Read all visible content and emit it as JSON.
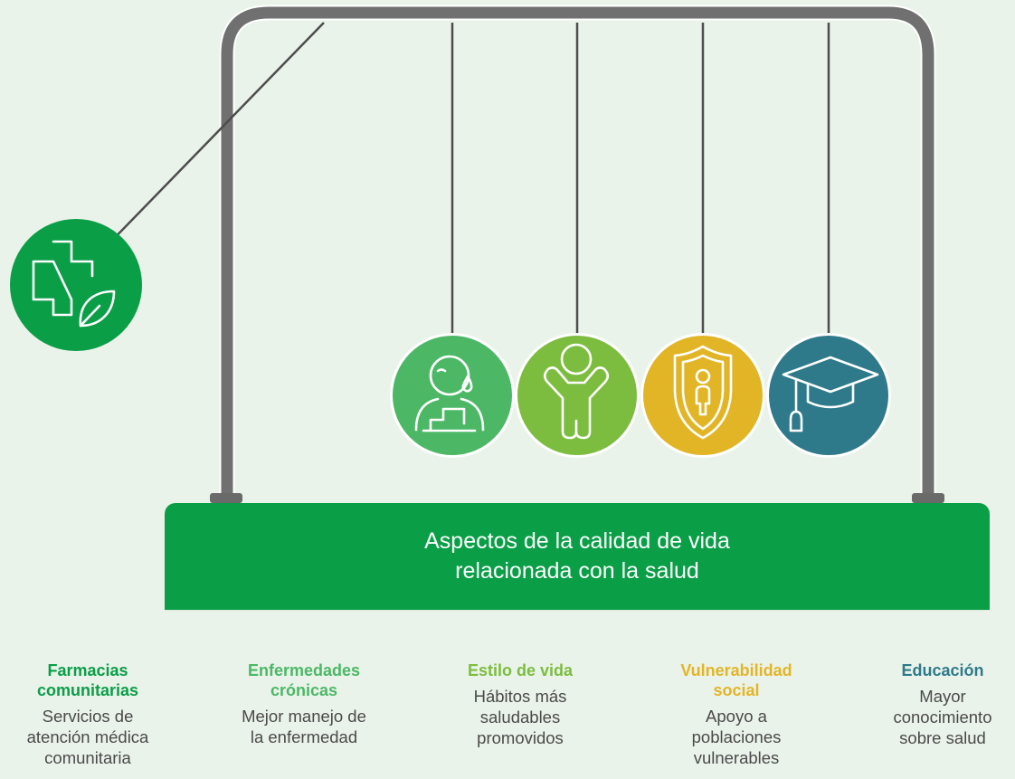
{
  "banner": {
    "line1": "Aspectos de la calidad de vida",
    "line2": "relacionada con la salud"
  },
  "icons": {
    "lifted": "pharmacy-cross-leaf-icon",
    "balls": [
      "sick-patient-icon",
      "happy-child-icon",
      "shield-person-icon",
      "graduation-cap-icon"
    ]
  },
  "colors": {
    "background": "#eaf3ea",
    "frame": "#707070",
    "base": "#0a9e47",
    "farmacias": "#0a9e47",
    "enfermedades": "#4cb866",
    "estilo": "#7cbd3f",
    "vulnerabilidad": "#e2b526",
    "educacion": "#2e7a8a"
  },
  "columns": [
    {
      "title_1": "Farmacias",
      "title_2": "comunitarias",
      "desc_1": "Servicios de",
      "desc_2": "atención médica",
      "desc_3": "comunitaria",
      "color": "#0a9e47"
    },
    {
      "title_1": "Enfermedades",
      "title_2": "crónicas",
      "desc_1": "Mejor manejo de",
      "desc_2": "la enfermedad",
      "desc_3": "",
      "color": "#4cb866"
    },
    {
      "title_1": "Estilo de vida",
      "title_2": "",
      "desc_1": "Hábitos más",
      "desc_2": "saludables",
      "desc_3": "promovidos",
      "color": "#7cbd3f"
    },
    {
      "title_1": "Vulnerabilidad",
      "title_2": "social",
      "desc_1": "Apoyo a",
      "desc_2": "poblaciones",
      "desc_3": "vulnerables",
      "color": "#e2b526"
    },
    {
      "title_1": "Educación",
      "title_2": "",
      "desc_1": "Mayor",
      "desc_2": "conocimiento",
      "desc_3": "sobre salud",
      "color": "#2e7a8a"
    }
  ]
}
